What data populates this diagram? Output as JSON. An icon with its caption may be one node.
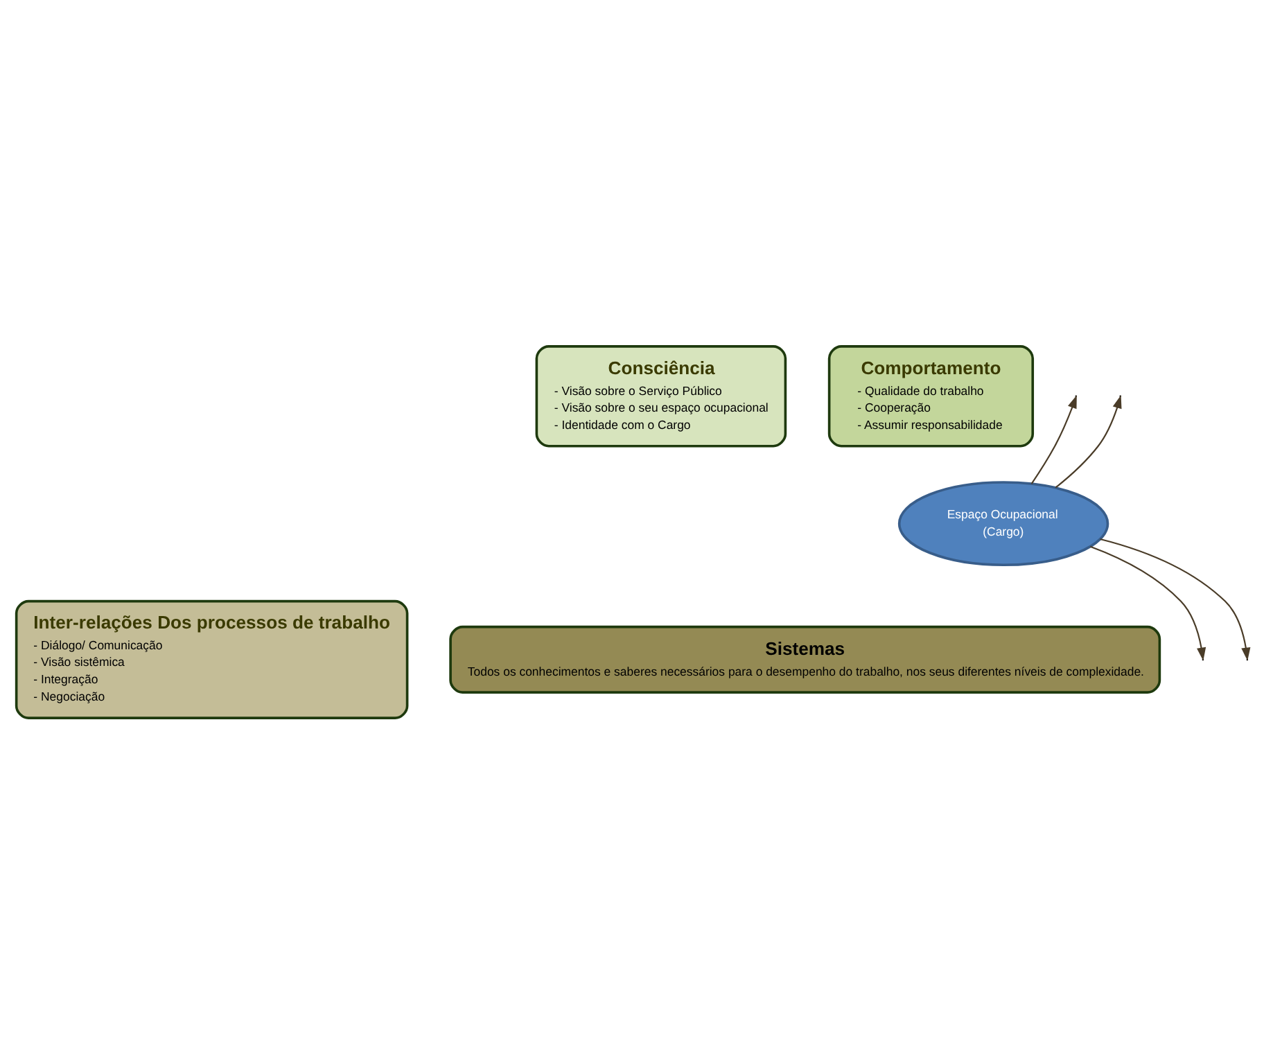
{
  "diagram": {
    "nodes": [
      {
        "text": [
          "Consciência",
          "- Visão sobre o Serviço Público",
          "- Visão sobre o seu espaço ocupacional",
          "- Identidade com o Cargo"
        ]
      },
      {
        "text": [
          "Comportamento",
          "- Qualidade do trabalho",
          "- Cooperação",
          "- Assumir responsabilidade"
        ]
      },
      {
        "text": [
          "Inter-relações Dos processos de trabalho",
          "- Diálogo/ Comunicação",
          "- Visão sistêmica",
          "- Integração",
          "- Negociação"
        ]
      },
      {
        "text": [
          "Sistemas",
          "Todos os conhecimentos e saberes necessários para o desempenho do trabalho, nos seus diferentes níveis de complexidade."
        ]
      },
      {
        "text": [
          "Espaço Ocupacional",
          "(Cargo)"
        ]
      }
    ],
    "edges": [
      {
        "from": 4,
        "to": null,
        "arrow": "to"
      },
      {
        "from": 4,
        "to": null,
        "arrow": "to"
      },
      {
        "from": 4,
        "to": null,
        "arrow": "to"
      },
      {
        "from": 4,
        "to": null,
        "arrow": "to"
      }
    ]
  }
}
